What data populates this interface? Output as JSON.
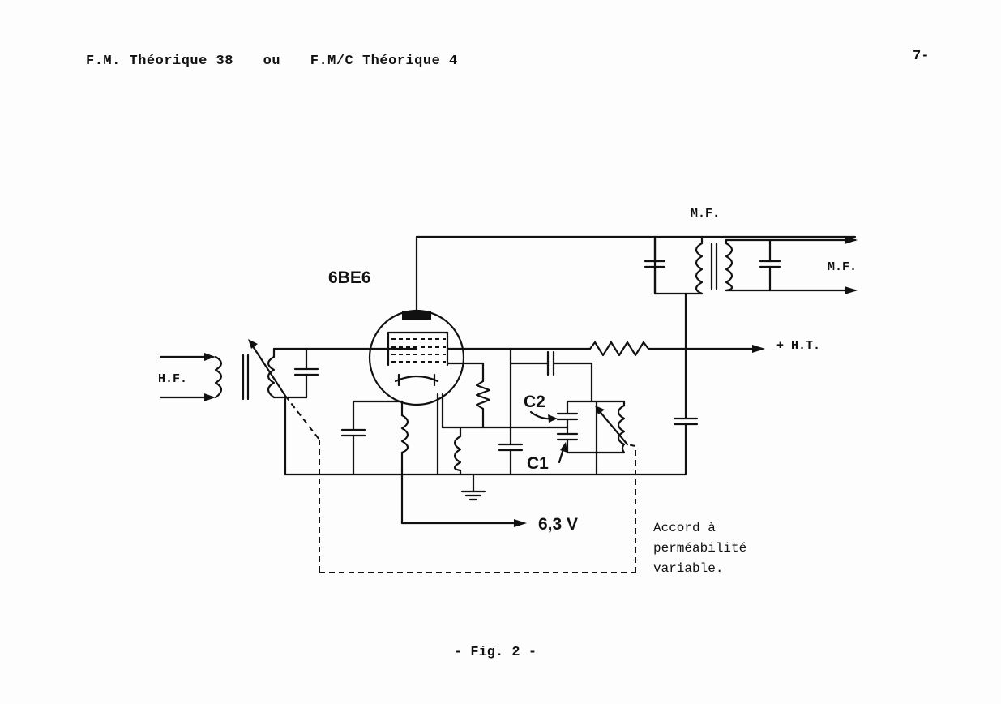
{
  "header": {
    "left_1": "F.M. Théorique 38",
    "left_2": "ou",
    "left_3": "F.M/C Théorique 4",
    "page_number": "7-"
  },
  "diagram": {
    "tube_label": "6BE6",
    "hf_label": "H.F.",
    "mf_top_label": "M.F.",
    "mf_out_label": "M.F.",
    "ht_label": "+ H.T.",
    "c2_label": "C2",
    "c1_label": "C1",
    "filament_label": "6,3 V",
    "note_line1": "Accord à",
    "note_line2": "perméabilité",
    "note_line3": "variable."
  },
  "caption": "- Fig. 2 -"
}
